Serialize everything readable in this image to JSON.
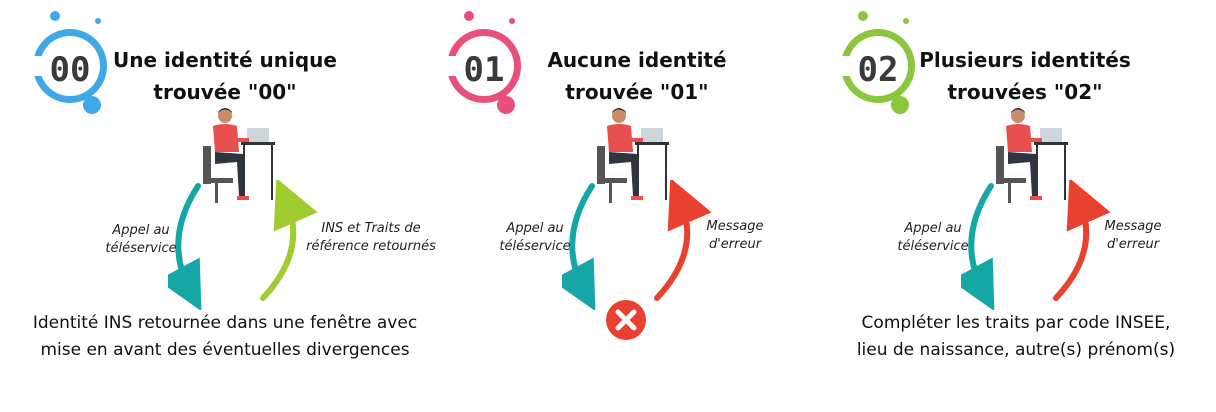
{
  "colors": {
    "blue": "#3ea9e6",
    "pink": "#e8507a",
    "green": "#8cc63e",
    "teal": "#15a6a6",
    "lime": "#9fcc2e",
    "red": "#e8412f",
    "shirt": "#e85050"
  },
  "panels": [
    {
      "code": "00",
      "title": "Une identité unique\ntrouvée \"00\"",
      "left_label": "Appel au\ntéléservice",
      "right_label": "INS et Traits de\nréférence retournés",
      "result": "Identité INS retournée dans une fenêtre avec\nmise en avant des éventuelles divergences"
    },
    {
      "code": "01",
      "title": "Aucune identité\ntrouvée \"01\"",
      "left_label": "Appel au\ntéléservice",
      "right_label": "Message\nd'erreur",
      "result_icon": "error-x-icon"
    },
    {
      "code": "02",
      "title": "Plusieurs identités\ntrouvées \"02\"",
      "left_label": "Appel au\ntéléservice",
      "right_label": "Message\nd'erreur",
      "result": "Compléter les traits par code INSEE,\nlieu de naissance, autre(s) prénom(s)"
    }
  ]
}
